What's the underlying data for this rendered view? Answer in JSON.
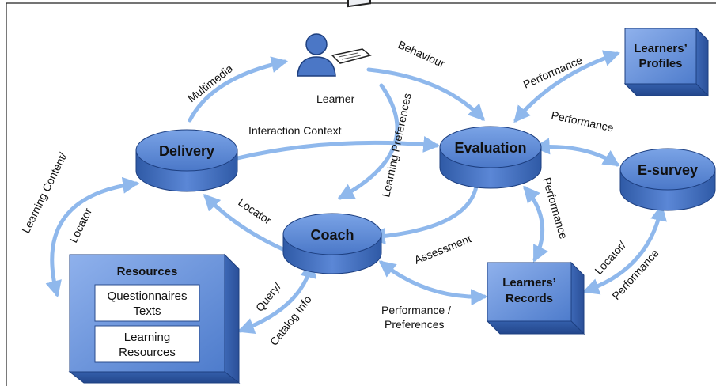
{
  "nodes": {
    "delivery": "Delivery",
    "evaluation": "Evaluation",
    "coach": "Coach",
    "esurvey": "E-survey",
    "learner": "Learner",
    "profiles_line1": "Learners’",
    "profiles_line2": "Profiles",
    "records_line1": "Learners’",
    "records_line2": "Records",
    "resources": "Resources",
    "questionnaires_line1": "Questionnaires",
    "questionnaires_line2": "Texts",
    "learning_res_line1": "Learning",
    "learning_res_line2": "Resources"
  },
  "edges": {
    "multimedia": "Multimedia",
    "behaviour": "Behaviour",
    "learning_preferences": "Learning Preferences",
    "interaction_context": "Interaction Context",
    "performance_profiles": "Performance",
    "performance_esurvey": "Performance",
    "performance_records": "Performance",
    "learning_content": "Learning Content/",
    "locator_left": "Locator",
    "locator_coach": "Locator",
    "assessment": "Assessment",
    "query": "Query/",
    "catalog_info": "Catalog Info",
    "perf_pref_line1": "Performance /",
    "perf_pref_line2": "Preferences",
    "locator_esurvey": "Locator/",
    "performance_esurvey_records": "Performance"
  },
  "colors": {
    "arrow": "#8fb8ec",
    "node_top": "#5a86d4",
    "node_side": "#3f6bbf",
    "box_face": "#5c88d6",
    "box_dark": "#3560ad"
  }
}
